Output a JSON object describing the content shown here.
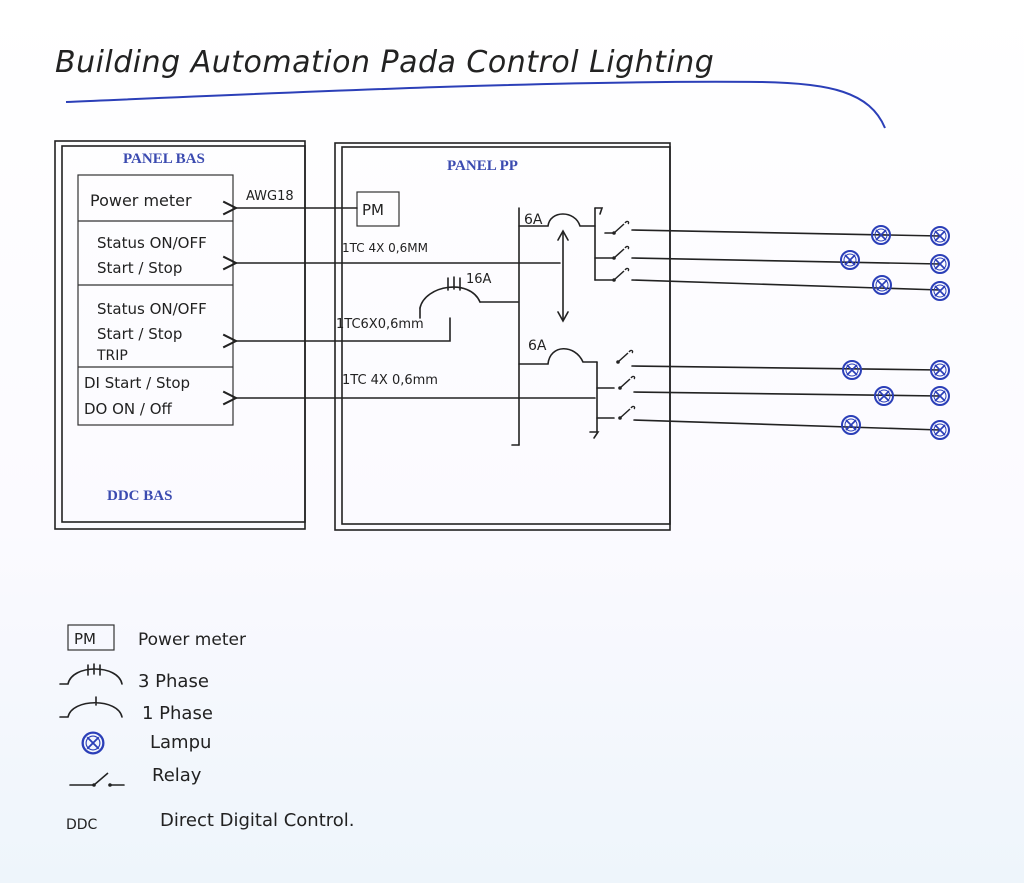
{
  "title": "Building Automation Pada Control Lighting",
  "colors": {
    "ink": "#222222",
    "blue": "#2b3fb8",
    "label_blue": "#3b4bb0"
  },
  "panel_bas": {
    "title": "PANEL BAS",
    "footer": "DDC BAS",
    "modules": [
      {
        "lines": [
          "Power meter"
        ]
      },
      {
        "lines": [
          "Status ON/OFF",
          "Start / Stop"
        ]
      },
      {
        "lines": [
          "Status ON/OFF",
          "Start / Stop",
          "TRIP"
        ]
      },
      {
        "lines": [
          "DI  Start / Stop",
          "DO  ON / Off"
        ]
      }
    ]
  },
  "panel_pp": {
    "title": "PANEL PP",
    "power_meter": "PM",
    "breaker_main": "16A",
    "breaker_top": "6A",
    "breaker_bottom": "6A"
  },
  "cables": {
    "awg": "AWG18",
    "cable1": "1TC 4X 0,6MM",
    "cable2": "1TC6X0,6mm",
    "cable3": "1TC 4X 0,6mm"
  },
  "legend": [
    {
      "symbol": "PM",
      "icon": "power-meter-box",
      "label": "Power meter"
    },
    {
      "symbol": "",
      "icon": "three-phase-breaker",
      "label": "3 Phase"
    },
    {
      "symbol": "",
      "icon": "single-phase-breaker",
      "label": "1 Phase"
    },
    {
      "symbol": "",
      "icon": "lamp",
      "label": "Lampu"
    },
    {
      "symbol": "",
      "icon": "relay",
      "label": "Relay"
    },
    {
      "symbol": "DDC",
      "icon": "",
      "label": "Direct Digital Control."
    }
  ]
}
